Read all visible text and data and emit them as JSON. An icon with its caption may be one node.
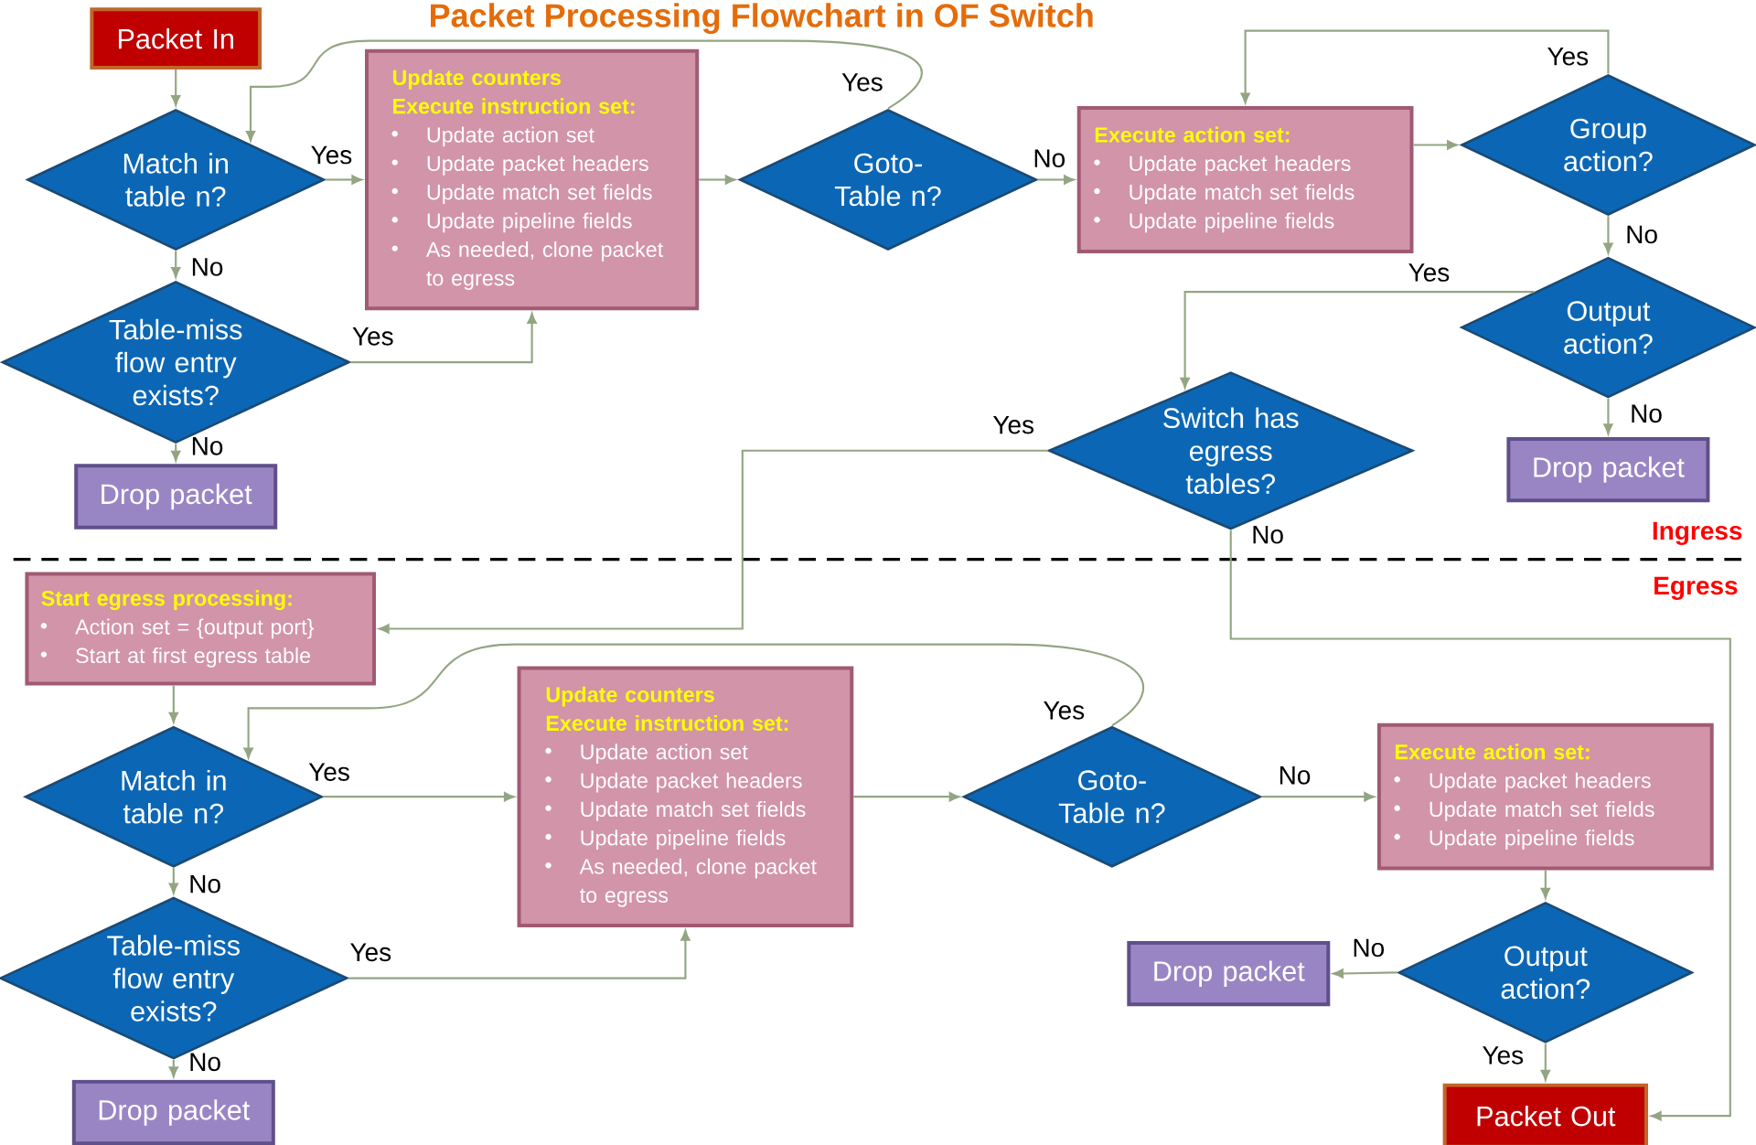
{
  "diagram": {
    "title": "Packet Processing Flowchart in OF Switch",
    "nodes": [
      {
        "text": [
          "Packet In"
        ]
      },
      {
        "text": [
          "Match in table n?"
        ]
      },
      {
        "text": [
          "Table-miss flow entry exists?"
        ]
      },
      {
        "text": [
          "Drop packet"
        ]
      },
      {
        "text": [
          "Update counters",
          "Execute instruction set:",
          "Update action set",
          "Update packet headers",
          "Update match set fields",
          "Update pipeline fields",
          "As needed, clone packet to egress"
        ]
      },
      {
        "text": [
          "Goto-Table n?"
        ]
      },
      {
        "text": [
          "Execute action set:",
          "Update packet headers",
          "Update match set fields",
          "Update pipeline fields"
        ]
      },
      {
        "text": [
          "Group action?"
        ]
      },
      {
        "text": [
          "Output action?"
        ]
      },
      {
        "text": [
          "Switch has egress tables?"
        ]
      },
      {
        "text": [
          "Drop packet"
        ]
      },
      {
        "text": [
          "Start egress processing:",
          "Action set = {output port}",
          "Start at first egress table"
        ]
      },
      {
        "text": [
          "Match in table n?"
        ]
      },
      {
        "text": [
          "Table-miss flow entry exists?"
        ]
      },
      {
        "text": [
          "Drop packet"
        ]
      },
      {
        "text": [
          "Update counters",
          "Execute instruction set:",
          "Update action set",
          "Update packet headers",
          "Update match set fields",
          "Update pipeline fields",
          "As needed, clone packet to egress"
        ]
      },
      {
        "text": [
          "Goto-Table n?"
        ]
      },
      {
        "text": [
          "Execute action set:",
          "Update packet headers",
          "Update match set fields",
          "Update pipeline fields"
        ]
      },
      {
        "text": [
          "Output action?"
        ]
      },
      {
        "text": [
          "Drop packet"
        ]
      },
      {
        "text": [
          "Packet Out"
        ]
      }
    ],
    "edges": [
      {
        "from": 0,
        "to": 1,
        "arrow": "to"
      },
      {
        "from": 1,
        "to": 4,
        "arrow": "to",
        "label": "Yes"
      },
      {
        "from": 1,
        "to": 2,
        "arrow": "to",
        "label": "No"
      },
      {
        "from": 2,
        "to": 4,
        "arrow": "to",
        "label": "Yes"
      },
      {
        "from": 2,
        "to": 3,
        "arrow": "to",
        "label": "No"
      },
      {
        "from": 4,
        "to": 5,
        "arrow": "to"
      },
      {
        "from": 5,
        "to": 1,
        "arrow": "to",
        "label": "Yes"
      },
      {
        "from": 5,
        "to": 6,
        "arrow": "to",
        "label": "No"
      },
      {
        "from": 6,
        "to": 7,
        "arrow": "to"
      },
      {
        "from": 7,
        "to": 6,
        "arrow": "to",
        "label": "Yes"
      },
      {
        "from": 7,
        "to": 8,
        "arrow": "to",
        "label": "No"
      },
      {
        "from": 8,
        "to": 9,
        "arrow": "to",
        "label": "Yes"
      },
      {
        "from": 8,
        "to": 10,
        "arrow": "to",
        "label": "No"
      },
      {
        "from": 9,
        "to": 11,
        "arrow": "to",
        "label": "Yes"
      },
      {
        "from": 9,
        "to": 20,
        "arrow": "to",
        "label": "No"
      },
      {
        "from": 11,
        "to": 12,
        "arrow": "to"
      },
      {
        "from": 12,
        "to": 15,
        "arrow": "to",
        "label": "Yes"
      },
      {
        "from": 12,
        "to": 13,
        "arrow": "to",
        "label": "No"
      },
      {
        "from": 13,
        "to": 15,
        "arrow": "to",
        "label": "Yes"
      },
      {
        "from": 13,
        "to": 14,
        "arrow": "to",
        "label": "No"
      },
      {
        "from": 15,
        "to": 16,
        "arrow": "to"
      },
      {
        "from": 16,
        "to": 12,
        "arrow": "to",
        "label": "Yes"
      },
      {
        "from": 16,
        "to": 17,
        "arrow": "to",
        "label": "No"
      },
      {
        "from": 17,
        "to": 18,
        "arrow": "to"
      },
      {
        "from": 18,
        "to": 19,
        "arrow": "to",
        "label": "No"
      },
      {
        "from": 18,
        "to": 20,
        "arrow": "to",
        "label": "Yes"
      }
    ],
    "labels": [
      "Ingress",
      "Egress"
    ]
  }
}
